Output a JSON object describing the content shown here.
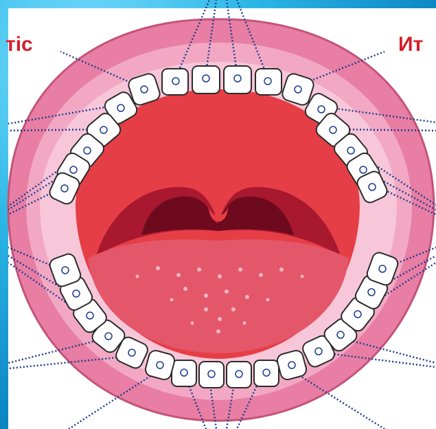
{
  "labels": {
    "top_left": "тіс",
    "top_right": "Ит",
    "bottom_left": "",
    "bottom_right": ""
  },
  "colors": {
    "background": "#1aa6d6",
    "frame": "#ffffff",
    "lips": "#e87ea3",
    "mouth_interior": "#e63e46",
    "throat": "#7e0f24",
    "tongue": "#e4566a",
    "teeth": "#ffffff",
    "dotted_lines": "#1b3a8f",
    "label_text": "#d4202a"
  },
  "icons": [
    "tooth-marker-circle"
  ]
}
